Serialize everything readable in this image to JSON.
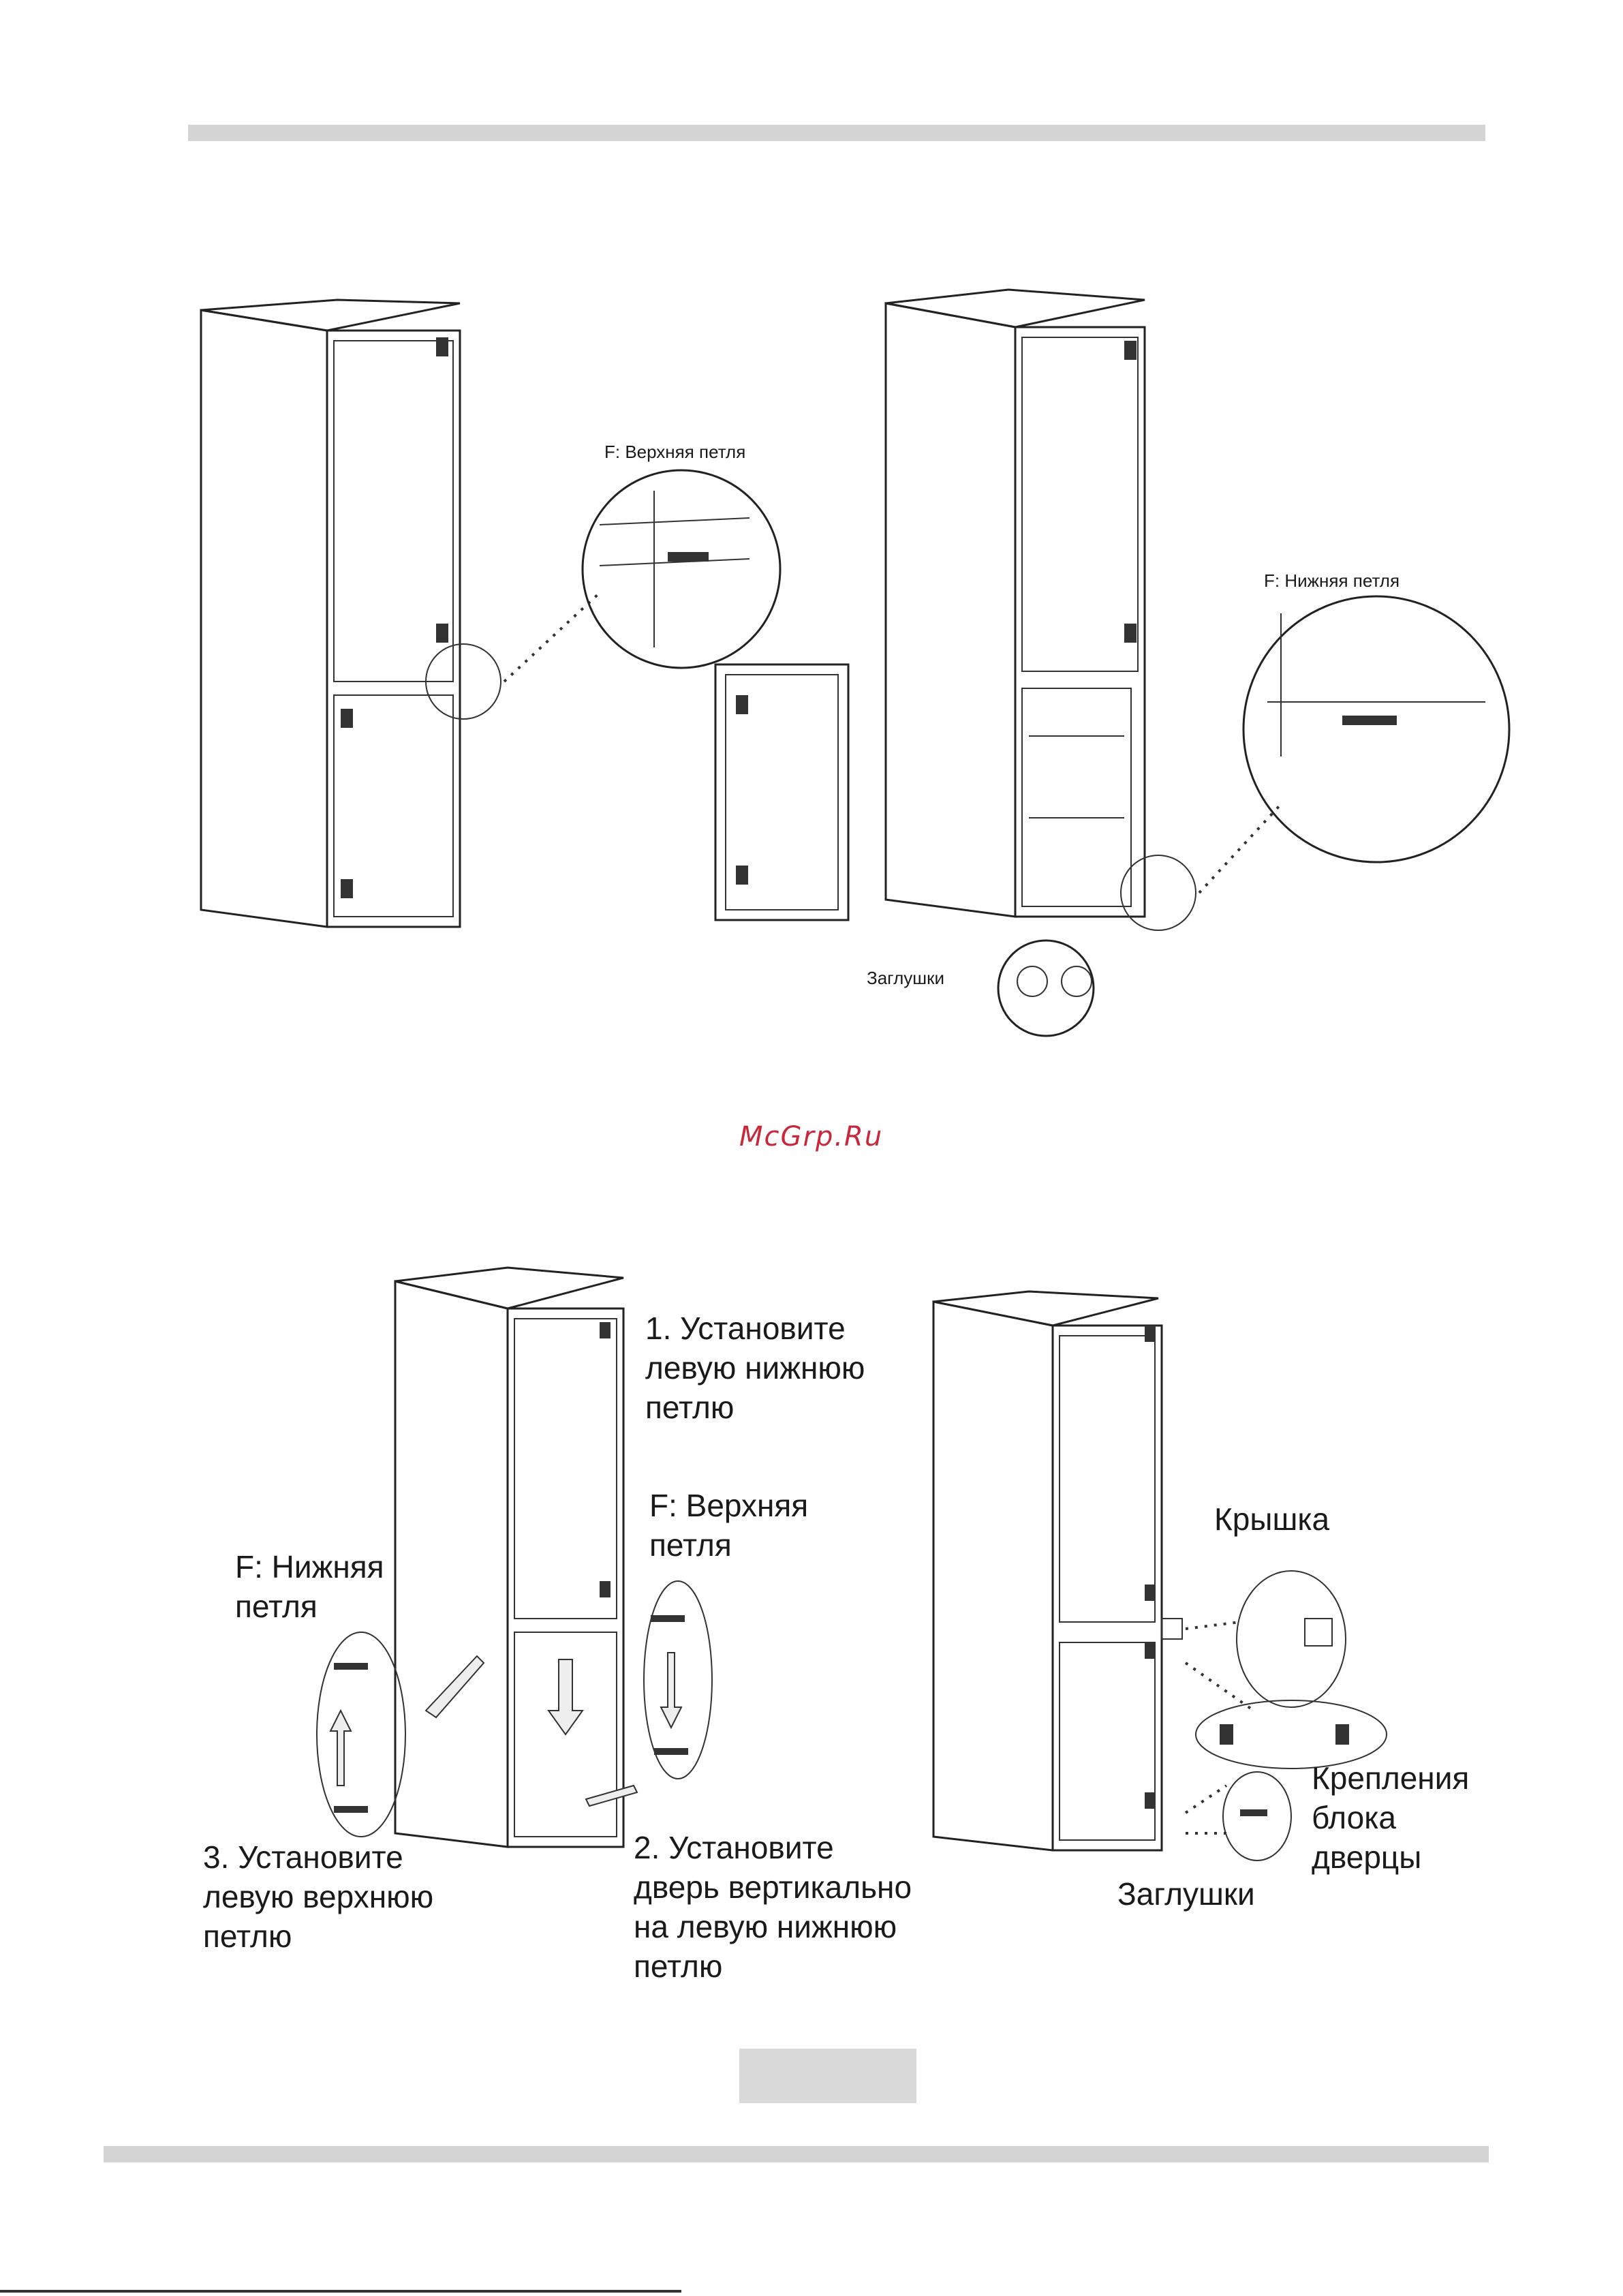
{
  "top_section": {
    "label_upper_hinge": "F: Верхняя петля",
    "label_lower_hinge": "F: Нижняя петля",
    "label_plugs": "Заглушки"
  },
  "watermark": "McGrp.Ru",
  "bottom_section": {
    "step1": "1. Установите\nлевую нижнюю\nпетлю",
    "label_upper_hinge": "F: Верхняя\nпетля",
    "label_lower_hinge": "F: Нижняя\nпетля",
    "step3": "3. Установите\nлевую верхнюю\nпетлю",
    "step2": "2. Установите\nдверь вертикально\nна левую нижнюю\nпетлю",
    "label_cover": "Крышка",
    "label_door_mount": "Крепления\nблока\nдверцы",
    "label_plugs": "Заглушки"
  },
  "colors": {
    "rule": "#d4d4d4",
    "watermark": "#c8283c"
  }
}
